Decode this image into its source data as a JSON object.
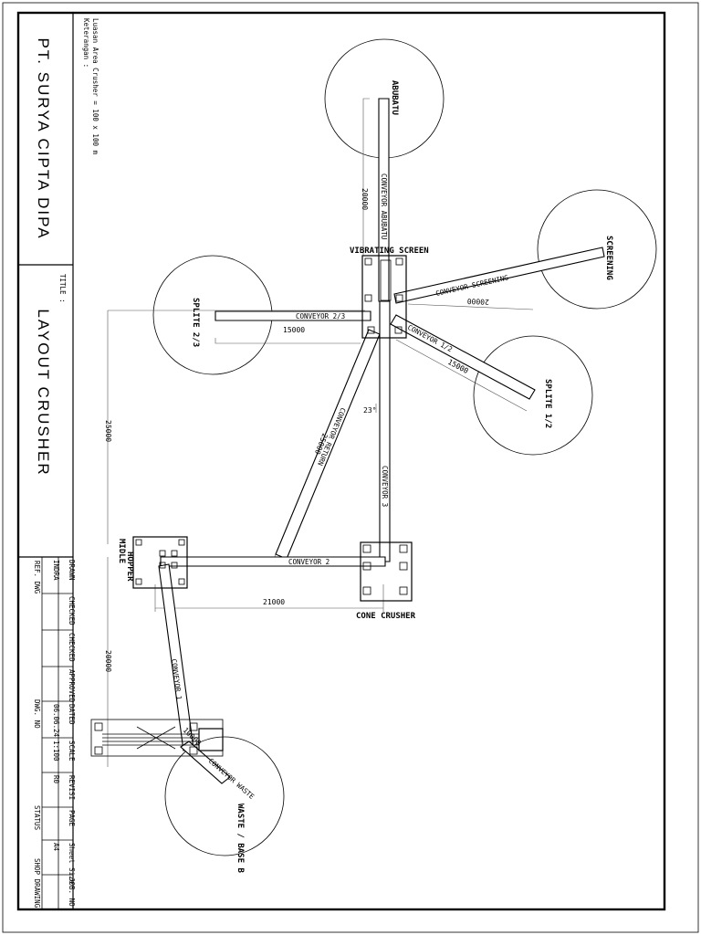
{
  "title_block": {
    "company": "PT. SURYA CIPTA DIPA",
    "title_label": "TITLE :",
    "title": "LAYOUT CRUSHER",
    "notes_heading": "Keterangan :",
    "notes_text": "Luasan Area Crusher = 100 x 100 m",
    "cells": [
      {
        "header": "DRAWN",
        "value": "INDRA"
      },
      {
        "header": "CHECKED",
        "value": ""
      },
      {
        "header": "CHECKED",
        "value": ""
      },
      {
        "header": "APPROVED",
        "value": ""
      },
      {
        "header": "DATED",
        "value": "06.06.24"
      },
      {
        "header": "SCALE",
        "value": "1:100"
      },
      {
        "header": "REVISI",
        "value": "R0"
      },
      {
        "header": "PAGE",
        "value": ""
      },
      {
        "header": "Sheet Size",
        "value": "A4"
      },
      {
        "header": "JOB. NO",
        "value": ""
      }
    ],
    "footer": {
      "ref_dwg": "REF. DWG",
      "dwg_no": "DWG. NO",
      "status": "STATUS",
      "status_value": "SHOP DRAWING"
    }
  },
  "equipment": {
    "abubatu": "ABUBATU",
    "screening": "SCREENING",
    "split_23": "SPLITE 2/3",
    "split_12": "SPLITE 1/2",
    "waste": "WASTE / BASE B",
    "vibrating_screen": "VIBRATING SCREEN",
    "cone_crusher": "CONE CRUSHER",
    "hopper_line1": "MIDLE",
    "hopper_line2": "HOPPER"
  },
  "conveyors": {
    "abubatu": "CONVEYOR ABUBATU",
    "screening": "CONVEYOR SCREENING",
    "c23": "CONVEYOR 2/3",
    "c12": "CONVEYOR 1/2",
    "return": "CONVEYOR RETURN",
    "c3": "CONVEYOR 3",
    "c2": "CONVEYOR 2",
    "c1": "CONVEYOR 1",
    "waste": "CONVEYOR WASTE"
  },
  "dimensions": {
    "abubatu": "20000",
    "screening": "20000",
    "c23": "15000",
    "c12": "15000",
    "return": "25000",
    "left_vertical": "25000",
    "c2": "21000",
    "c1": "20000",
    "waste": "10000",
    "angle": "23°"
  }
}
